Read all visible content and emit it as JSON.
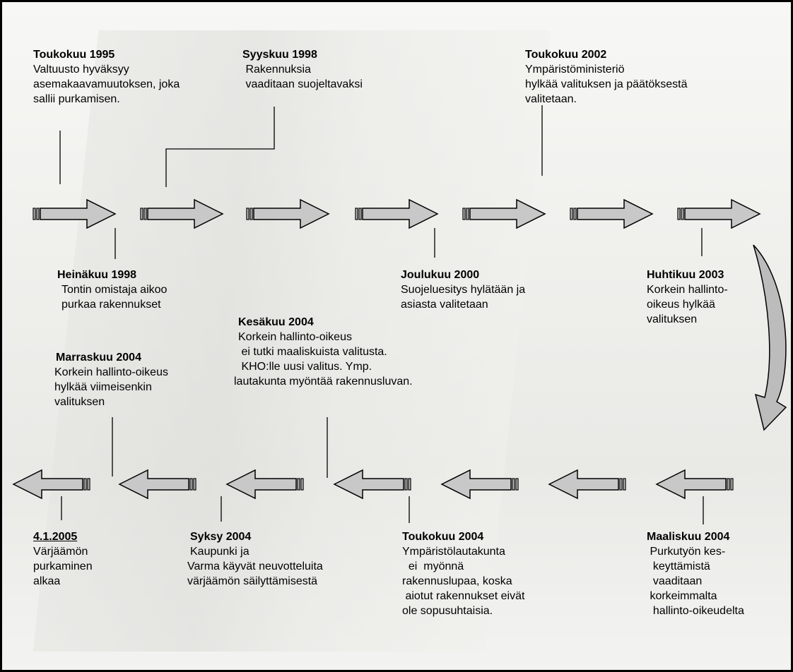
{
  "events": [
    {
      "id": "toukokuu-1995",
      "title": "Toukokuu 1995",
      "body": [
        "Valtuusto hyväksyy",
        "asemakaavamuutoksen, joka",
        "sallii purkamisen."
      ]
    },
    {
      "id": "syyskuu-1998",
      "title": "Syyskuu 1998",
      "body": [
        " Rakennuksia",
        " vaaditaan suojeltavaksi"
      ]
    },
    {
      "id": "toukokuu-2002",
      "title": "Toukokuu 2002",
      "body": [
        "Ympäristöministeriö",
        "hylkää valituksen ja päätöksestä",
        "valitetaan."
      ]
    },
    {
      "id": "heinakuu-1998",
      "title": "Heinäkuu 1998",
      "body": [
        "",
        "Tontin omistaja aikoo",
        "purkaa rakennukset"
      ]
    },
    {
      "id": "joulukuu-2000",
      "title": "Joulukuu 2000",
      "body": [
        "",
        "Suojeluesitys hylätään ja",
        "asiasta valitetaan"
      ]
    },
    {
      "id": "huhtikuu-2003",
      "title": "Huhtikuu 2003",
      "body": [
        "",
        "Korkein hallinto-",
        "oikeus hylkää",
        "valituksen"
      ]
    },
    {
      "id": "kesakuu-2004",
      "title": "Kesäkuu 2004",
      "body": [
        "Korkein hallinto-oikeus",
        " ei tutki maaliskuista valitusta.",
        " KHO:lle uusi valitus. Ymp.",
        "lautakunta myöntää rakennusluvan."
      ]
    },
    {
      "id": "marraskuu-2004",
      "title": "Marraskuu 2004",
      "body": [
        "Korkein hallinto-oikeus",
        "hylkää viimeisenkin",
        "valituksen"
      ]
    },
    {
      "id": "date-4-1-2005",
      "title": "4.1.2005",
      "body": [
        "Värjäämön",
        "purkaminen",
        "alkaa"
      ]
    },
    {
      "id": "syksy-2004",
      "title": "Syksy 2004",
      "body": [
        "Kaupunki ja",
        "Varma käyvät neuvotteluita",
        "värjäämön säilyttämisestä"
      ]
    },
    {
      "id": "toukokuu-2004",
      "title": "Toukokuu 2004",
      "body": [
        "Ympäristölautakunta",
        "  ei  myönnä",
        "rakennuslupaa, koska",
        " aiotut rakennukset eivät",
        "ole sopusuhtaisia."
      ]
    },
    {
      "id": "maaliskuu-2004",
      "title": "Maaliskuu    2004",
      "body": [
        " Purkutyön kes-",
        "  keyttämistä",
        "  vaaditaan",
        " korkeimmalta",
        "  hallinto-oikeudelta"
      ]
    }
  ],
  "colors": {
    "arrow_fill": "#c8c8c8",
    "arrow_stroke": "#000000",
    "frame": "#000000"
  }
}
